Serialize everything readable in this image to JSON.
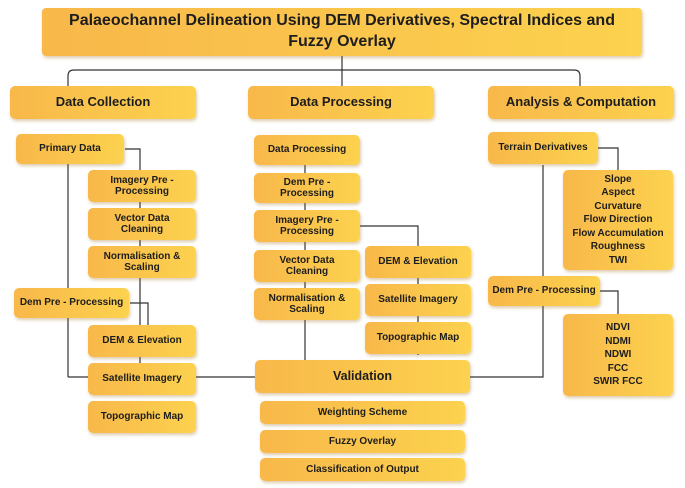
{
  "title": "Palaeochannel Delineation Using DEM Derivatives, Spectral Indices and Fuzzy Overlay",
  "columns": {
    "collection": {
      "heading": "Data Collection",
      "primary": "Primary Data",
      "primary_children": [
        "Imagery Pre - Processing",
        "Vector Data Cleaning",
        "Normalisation & Scaling"
      ],
      "dem": "Dem Pre - Processing",
      "dem_children": [
        "DEM & Elevation",
        "Satellite Imagery",
        "Topographic Map"
      ]
    },
    "processing": {
      "heading": "Data Processing",
      "steps": [
        "Data Processing",
        "Dem Pre - Processing",
        "Imagery Pre - Processing",
        "Vector Data Cleaning",
        "Normalisation & Scaling"
      ],
      "side_items": [
        "DEM & Elevation",
        "Satellite Imagery",
        "Topographic Map"
      ]
    },
    "analysis": {
      "heading": "Analysis & Computation",
      "terrain": "Terrain Derivatives",
      "terrain_list": [
        "Slope",
        "Aspect",
        "Curvature",
        "Flow Direction",
        "Flow Accumulation",
        "Roughness",
        "TWI"
      ],
      "dem": "Dem Pre - Processing",
      "index_list": [
        "NDVI",
        "NDMI",
        "NDWI",
        "FCC",
        "SWIR FCC"
      ]
    }
  },
  "validation": {
    "heading": "Validation",
    "steps": [
      "Weighting Scheme",
      "Fuzzy Overlay",
      "Classification of Output"
    ]
  },
  "colors": {
    "box_start": "#f8b84a",
    "box_end": "#fcd24e",
    "connector": "#333333"
  }
}
